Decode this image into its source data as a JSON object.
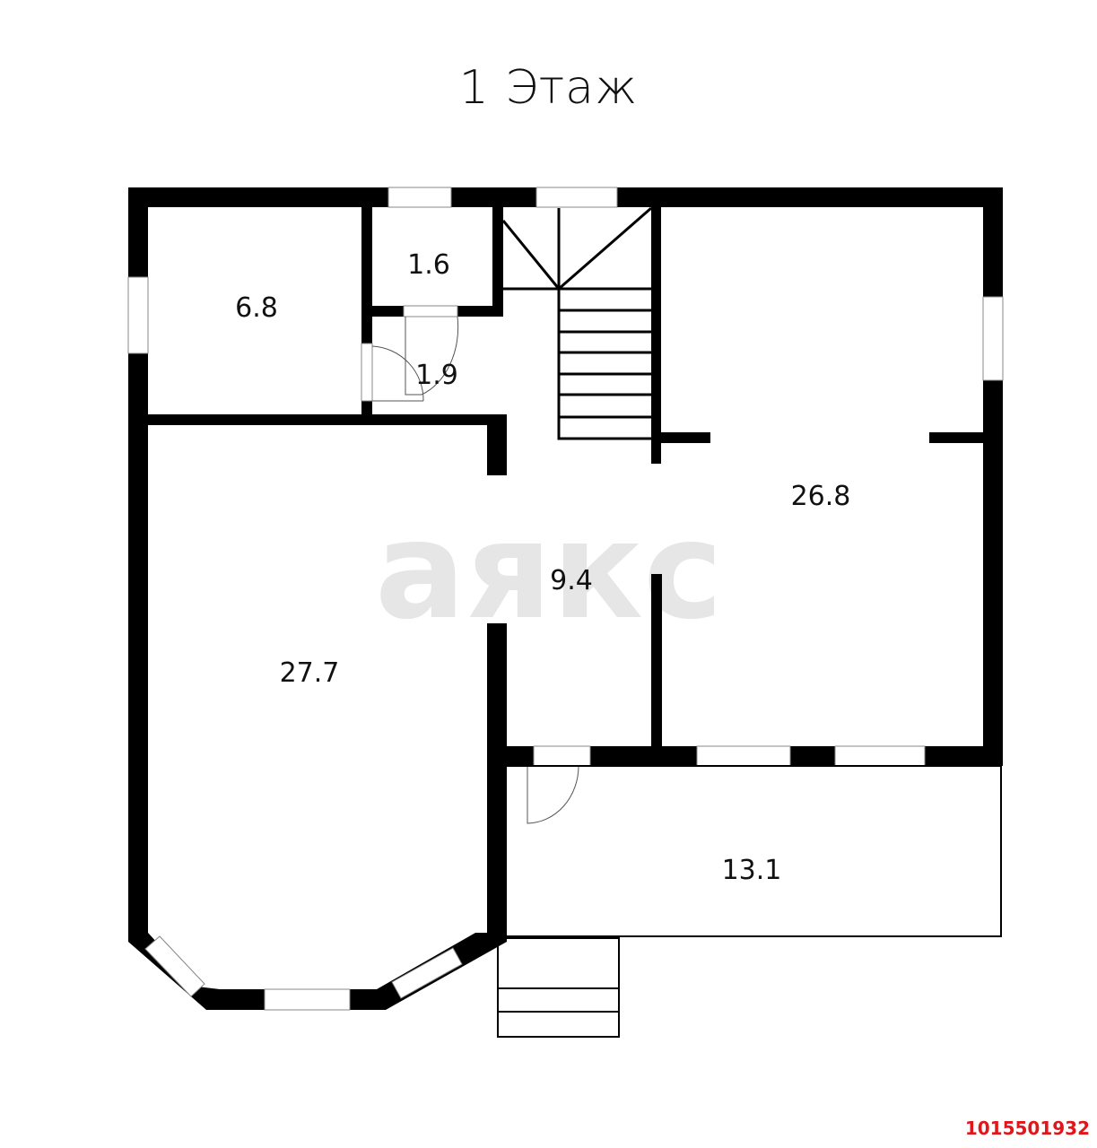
{
  "title": "1 Этаж",
  "watermark": "аякс",
  "listing_id": "1015501932",
  "colors": {
    "wall": "#000000",
    "watermark": "#e6e6e6",
    "listing_id": "#e0161b"
  },
  "rooms": [
    {
      "id": "room-a",
      "area": "6.8"
    },
    {
      "id": "room-b",
      "area": "1.6"
    },
    {
      "id": "room-c",
      "area": "1.9"
    },
    {
      "id": "room-d",
      "area": "27.7"
    },
    {
      "id": "room-e",
      "area": "9.4"
    },
    {
      "id": "room-f",
      "area": "26.8"
    },
    {
      "id": "room-g",
      "area": "13.1"
    }
  ]
}
